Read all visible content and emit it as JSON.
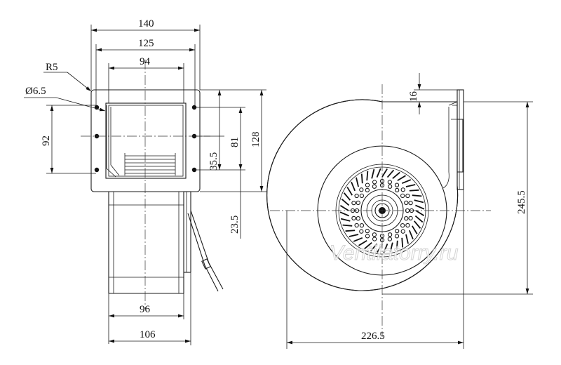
{
  "watermark": "Ventilatorry.ru",
  "dims": {
    "w140": "140",
    "w125": "125",
    "w94": "94",
    "r5": "R5",
    "d65": "Ø6.5",
    "h92": "92",
    "h128": "128",
    "h81": "81",
    "h355": "35.5",
    "h235": "23.5",
    "w96": "96",
    "w106": "106",
    "h16": "16",
    "h2455": "245.5",
    "w2265": "226.5"
  }
}
